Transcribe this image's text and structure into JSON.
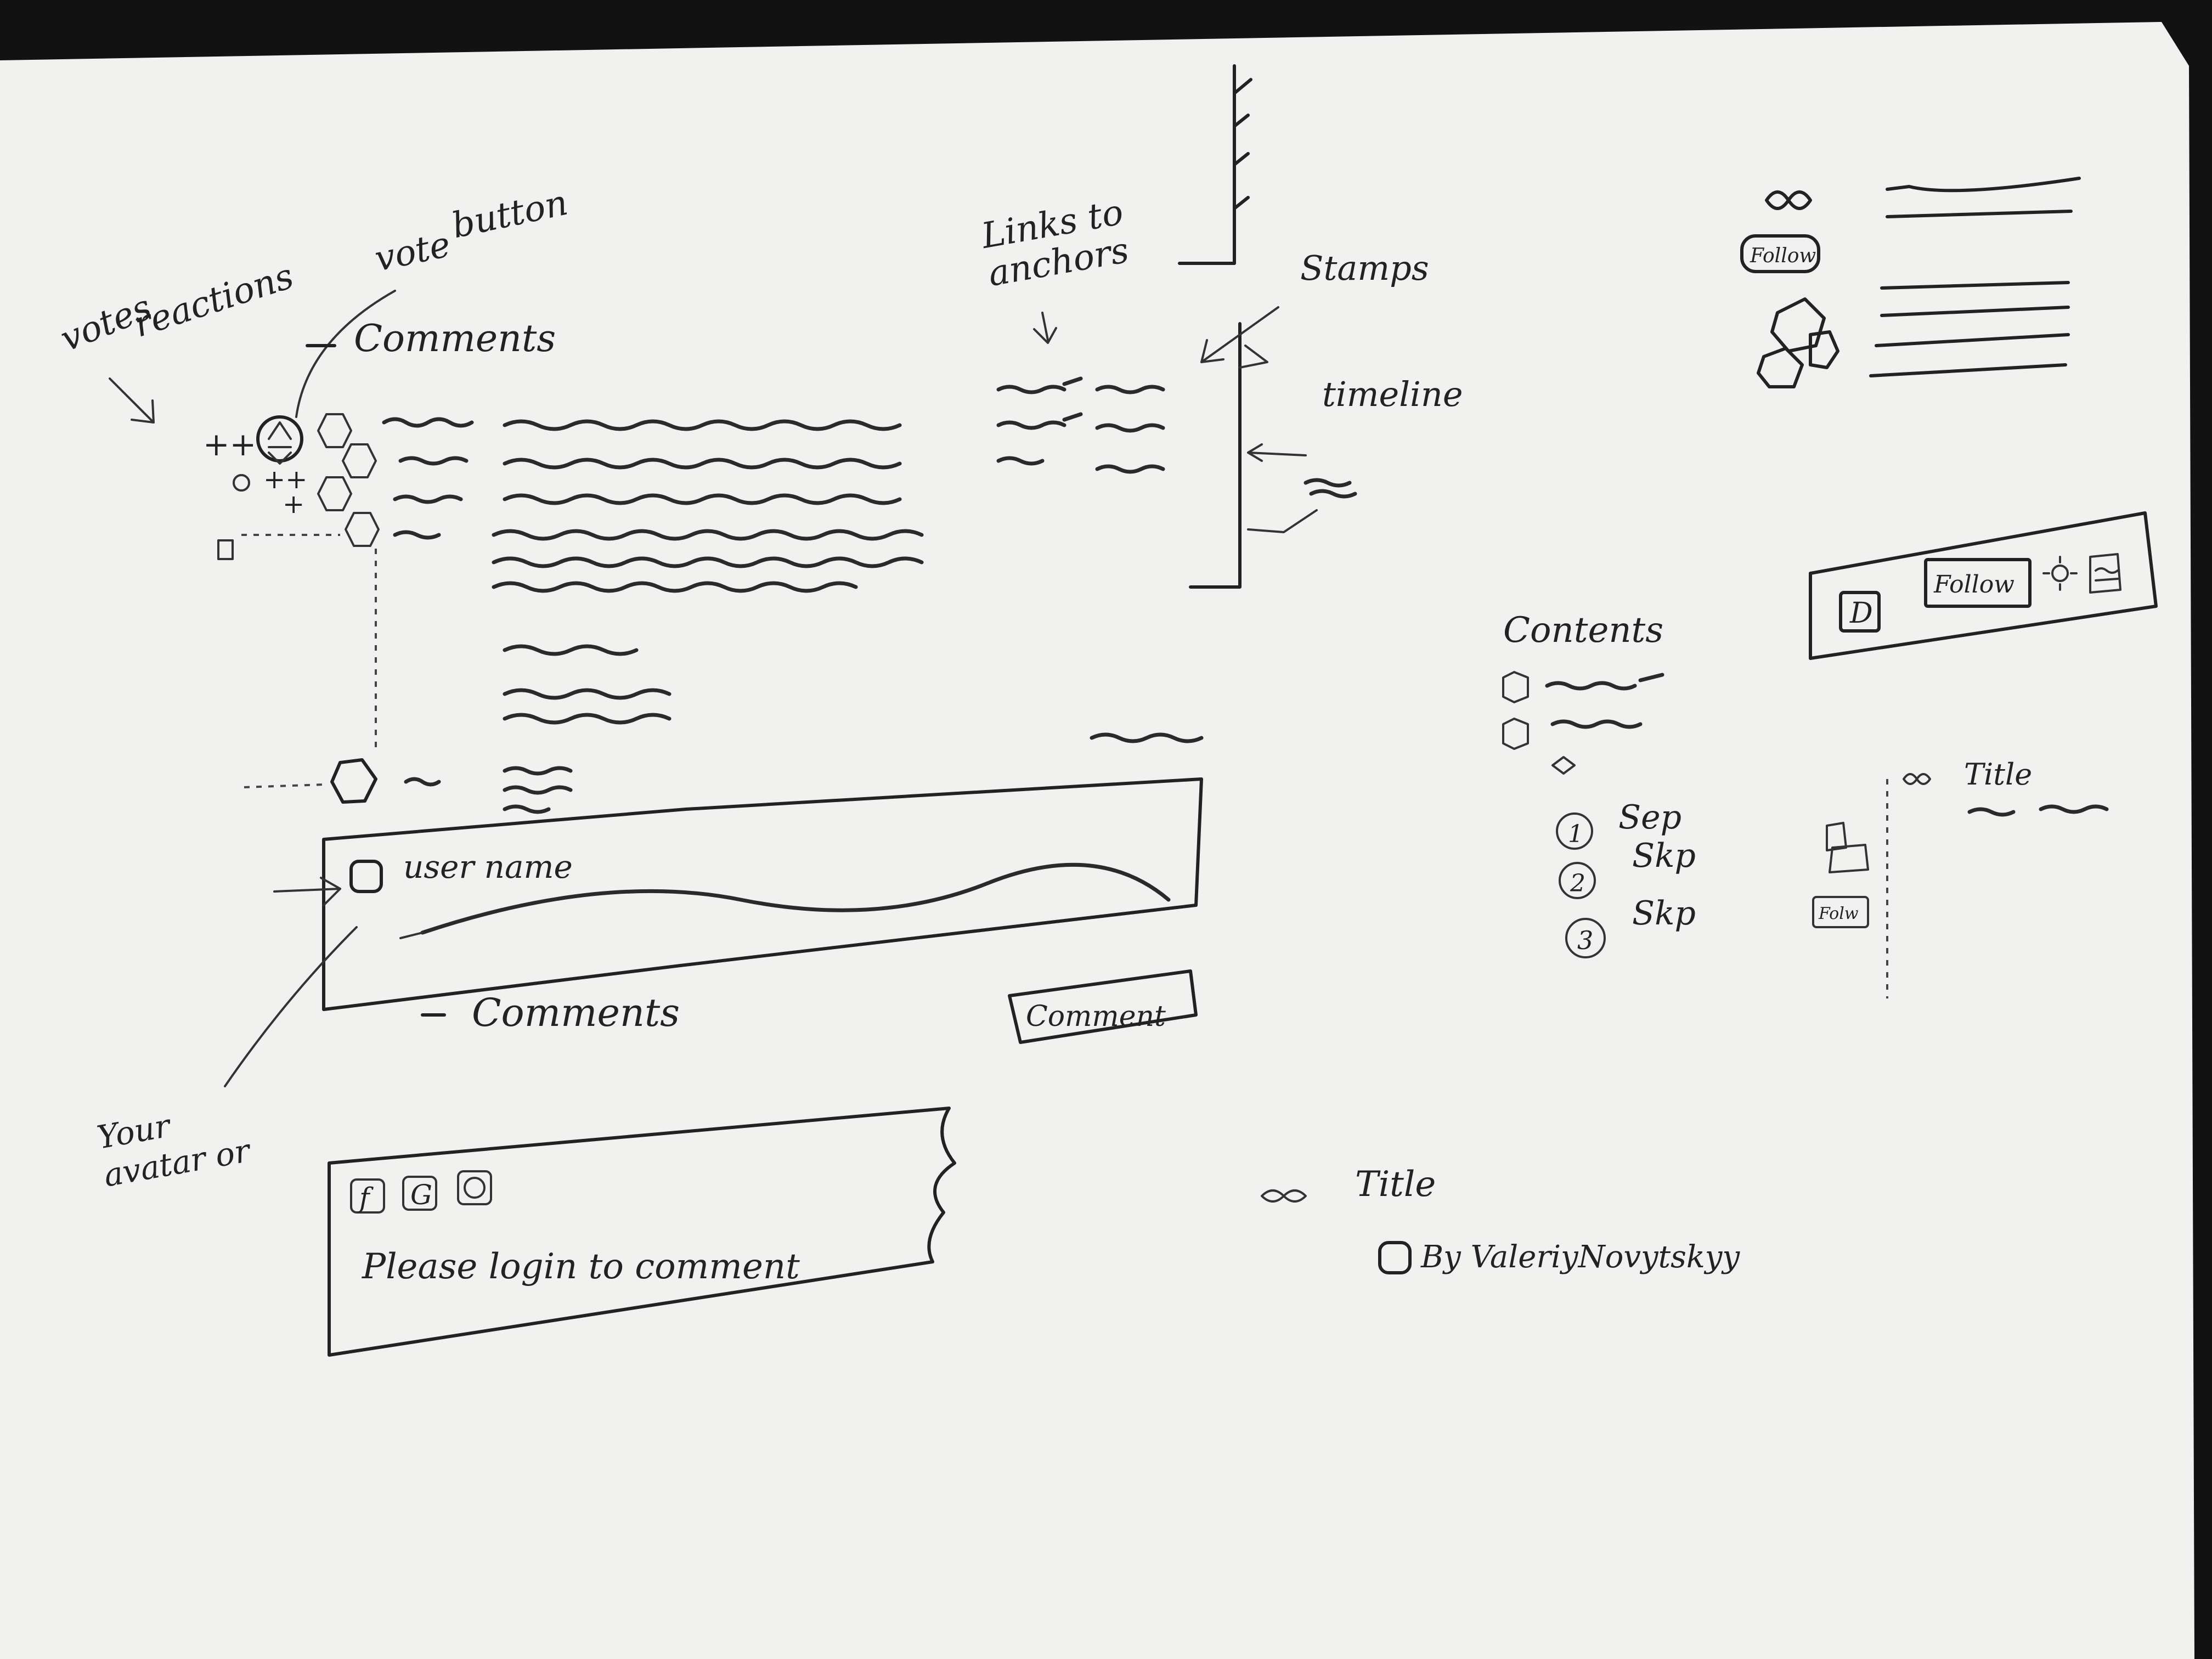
{
  "labels": {
    "votes": "votes",
    "reactions": "reactions",
    "vote_button": "vote",
    "vote_button_2": "button",
    "comments_top": "Comments",
    "links_to_anchors_1": "Links to",
    "links_to_anchors_2": "anchors",
    "stamps": "Stamps",
    "timeline": "timeline",
    "user_name": "user name",
    "comments_bottom": "Comments",
    "comment_button": "Comment",
    "your_avatar_1": "Your",
    "your_avatar_2": "avatar or",
    "please_login": "Please login to comment",
    "contents": "Contents",
    "step1": "Sep",
    "step2": "Skp",
    "step3": "Skp",
    "step1_num": "1",
    "step2_num": "2",
    "step3_num": "3",
    "title_mid": "Title",
    "by_author": "By ValeriyNovytskyy",
    "title_right": "Title",
    "follow_1": "Follow",
    "follow_2": "Follow",
    "follow_3": "Folw",
    "plus_plus": "++",
    "facebook": "f",
    "google": "G"
  },
  "colors": {
    "paper": "#f1f1ef",
    "ink": "#222222",
    "background": "#111111"
  },
  "icons": [
    "infinity-icon",
    "facebook-icon",
    "google-icon",
    "github-icon",
    "avatar-icon",
    "cube-icon",
    "arrow-icon",
    "link-icon",
    "sun-icon"
  ]
}
